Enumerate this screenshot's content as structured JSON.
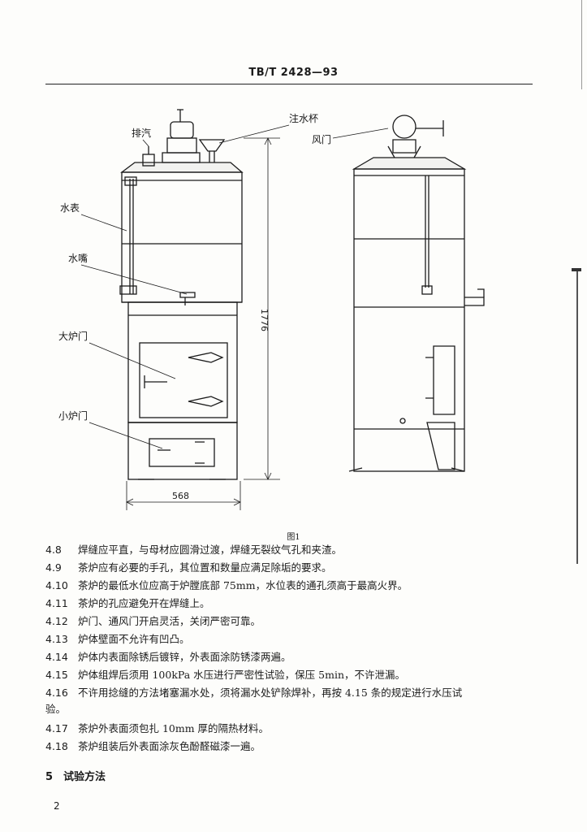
{
  "header": {
    "standard_code": "TB/T 2428—93"
  },
  "figure": {
    "labels": {
      "exhaust": "排汽",
      "water_cup": "注水杯",
      "damper": "风门",
      "gauge": "水表",
      "nozzle": "水嘴",
      "big_door": "大炉门",
      "small_door": "小炉门"
    },
    "dimensions": {
      "height": "1776",
      "width": "568"
    },
    "caption": "图1"
  },
  "clauses": [
    {
      "num": "4.8",
      "text": "焊缝应平直，与母材应圆滑过渡，焊缝无裂纹气孔和夹渣。"
    },
    {
      "num": "4.9",
      "text": "茶炉应有必要的手孔，其位置和数量应满足除垢的要求。"
    },
    {
      "num": "4.10",
      "text": "茶炉的最低水位应高于炉膛底部 75mm，水位表的通孔须高于最高火界。"
    },
    {
      "num": "4.11",
      "text": "茶炉的孔应避免开在焊缝上。"
    },
    {
      "num": "4.12",
      "text": "炉门、通风门开启灵活，关闭严密可靠。"
    },
    {
      "num": "4.13",
      "text": "炉体壁面不允许有凹凸。"
    },
    {
      "num": "4.14",
      "text": "炉体内表面除锈后镀锌，外表面涂防锈漆两遍。"
    },
    {
      "num": "4.15",
      "text": "炉体组焊后须用 100kPa 水压进行严密性试验，保压 5min，不许泄漏。"
    },
    {
      "num": "4.16",
      "text": "不许用捻缝的方法堵塞漏水处，须将漏水处铲除焊补，再按 4.15 条的规定进行水压试",
      "cont": "验。"
    },
    {
      "num": "4.17",
      "text": "茶炉外表面须包扎 10mm 厚的隔热材料。"
    },
    {
      "num": "4.18",
      "text": "茶炉组装后外表面涂灰色酚醛磁漆一遍。"
    }
  ],
  "section": {
    "num": "5",
    "title": "试验方法"
  },
  "page_number": "2"
}
